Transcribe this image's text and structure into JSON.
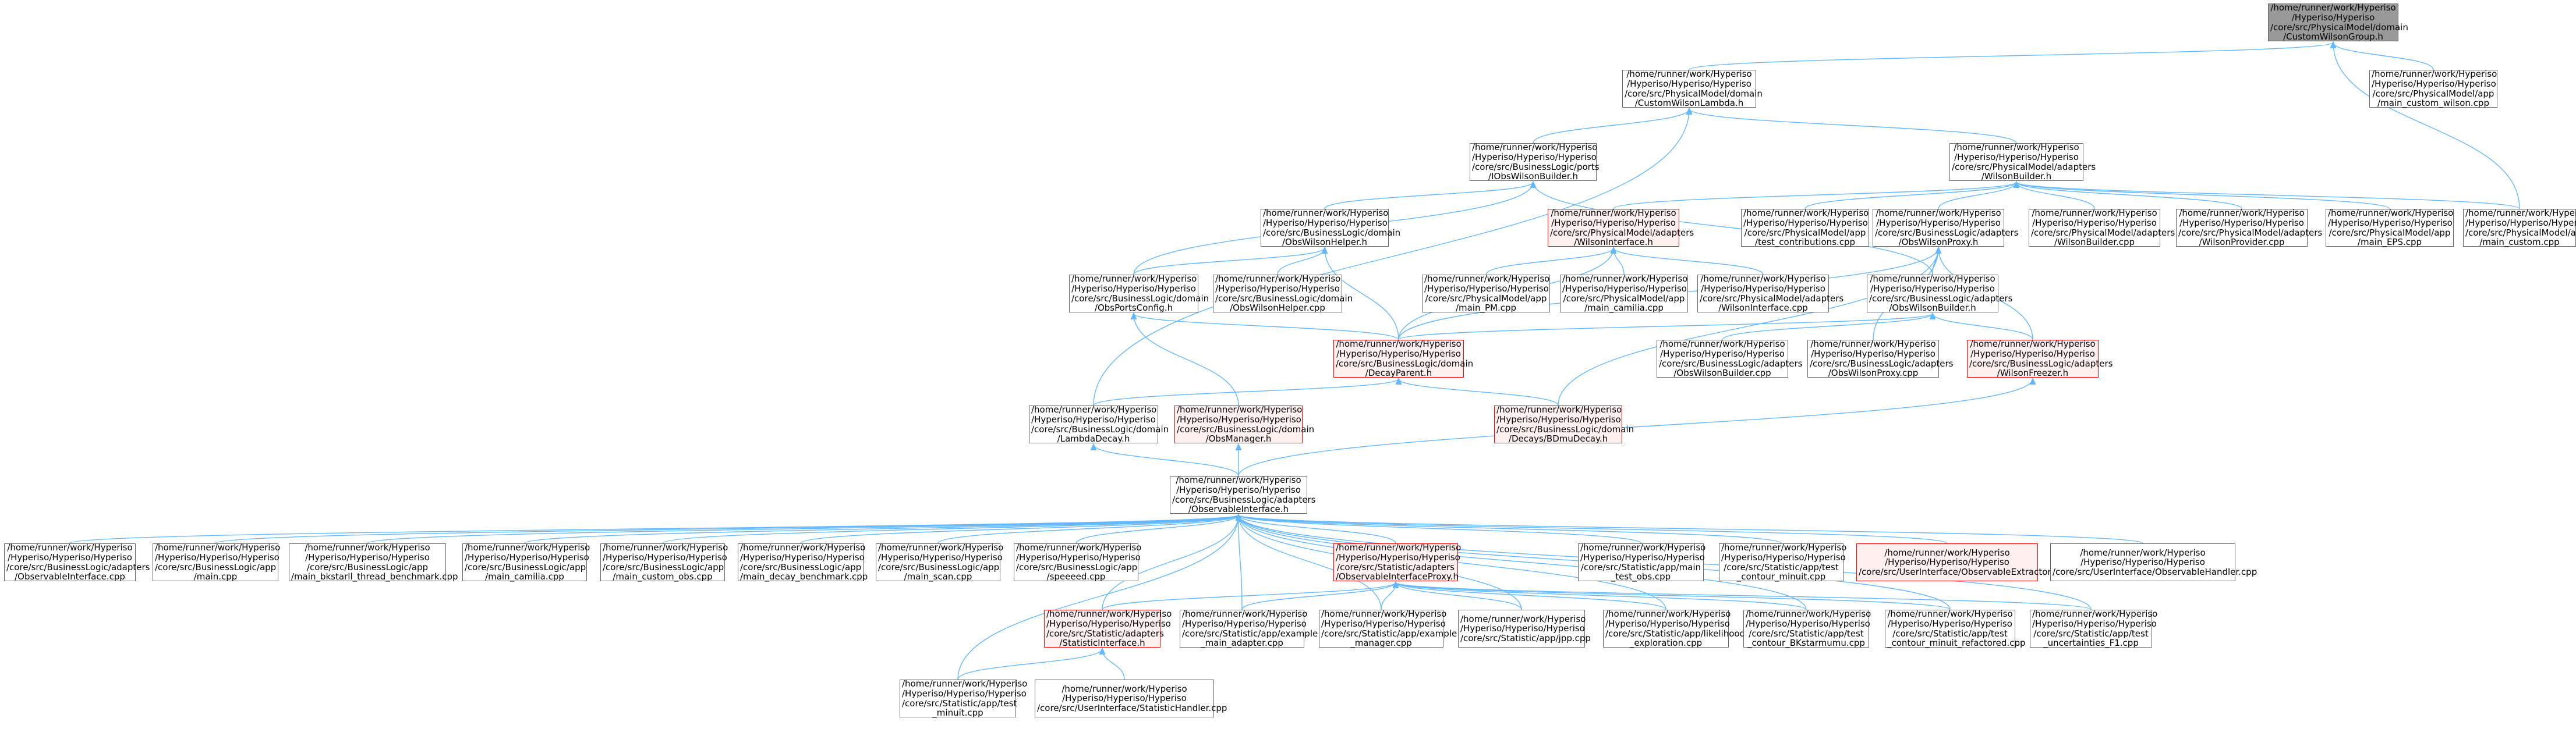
{
  "nodes": [
    {
      "id": "cwg",
      "style": "gray",
      "lines": [
        "/home/runner/work/Hyperiso",
        "/Hyperiso/Hyperiso",
        "/core/src/PhysicalModel/domain",
        "/CustomWilsonGroup.h"
      ]
    },
    {
      "id": "cwl",
      "style": "white",
      "lines": [
        "/home/runner/work/Hyperiso",
        "/Hyperiso/Hyperiso/Hyperiso",
        "/core/src/PhysicalModel/domain",
        "/CustomWilsonLambda.h"
      ]
    },
    {
      "id": "main_custom_wilson",
      "style": "white",
      "lines": [
        "/home/runner/work/Hyperiso",
        "/Hyperiso/Hyperiso/Hyperiso",
        "/core/src/PhysicalModel/app",
        "/main_custom_wilson.cpp"
      ]
    },
    {
      "id": "iobswb",
      "style": "white",
      "lines": [
        "/home/runner/work/Hyperiso",
        "/Hyperiso/Hyperiso/Hyperiso",
        "/core/src/BusinessLogic/ports",
        "/IObsWilsonBuilder.h"
      ]
    },
    {
      "id": "wb_h",
      "style": "white",
      "lines": [
        "/home/runner/work/Hyperiso",
        "/Hyperiso/Hyperiso/Hyperiso",
        "/core/src/PhysicalModel/adapters",
        "/WilsonBuilder.h"
      ]
    },
    {
      "id": "owh_h",
      "style": "white",
      "lines": [
        "/home/runner/work/Hyperiso",
        "/Hyperiso/Hyperiso/Hyperiso",
        "/core/src/BusinessLogic/domain",
        "/ObsWilsonHelper.h"
      ]
    },
    {
      "id": "wi_h",
      "style": "red",
      "lines": [
        "/home/runner/work/Hyperiso",
        "/Hyperiso/Hyperiso/Hyperiso",
        "/core/src/PhysicalModel/adapters",
        "/WilsonInterface.h"
      ]
    },
    {
      "id": "test_contrib",
      "style": "white",
      "lines": [
        "/home/runner/work/Hyperiso",
        "/Hyperiso/Hyperiso/Hyperiso",
        "/core/src/PhysicalModel/app",
        "/test_contributions.cpp"
      ]
    },
    {
      "id": "owp_h",
      "style": "white",
      "lines": [
        "/home/runner/work/Hyperiso",
        "/Hyperiso/Hyperiso/Hyperiso",
        "/core/src/BusinessLogic/adapters",
        "/ObsWilsonProxy.h"
      ]
    },
    {
      "id": "wb_cpp",
      "style": "white",
      "lines": [
        "/home/runner/work/Hyperiso",
        "/Hyperiso/Hyperiso/Hyperiso",
        "/core/src/PhysicalModel/adapters",
        "/WilsonBuilder.cpp"
      ]
    },
    {
      "id": "wprov",
      "style": "white",
      "lines": [
        "/home/runner/work/Hyperiso",
        "/Hyperiso/Hyperiso/Hyperiso",
        "/core/src/PhysicalModel/adapters",
        "/WilsonProvider.cpp"
      ]
    },
    {
      "id": "main_eps",
      "style": "white",
      "lines": [
        "/home/runner/work/Hyperiso",
        "/Hyperiso/Hyperiso/Hyperiso",
        "/core/src/PhysicalModel/app",
        "/main_EPS.cpp"
      ]
    },
    {
      "id": "main_custom",
      "style": "white",
      "lines": [
        "/home/runner/work/Hyperiso",
        "/Hyperiso/Hyperiso/Hyperiso",
        "/core/src/PhysicalModel/app",
        "/main_custom.cpp"
      ]
    },
    {
      "id": "opc_h",
      "style": "white",
      "lines": [
        "/home/runner/work/Hyperiso",
        "/Hyperiso/Hyperiso/Hyperiso",
        "/core/src/BusinessLogic/domain",
        "/ObsPortsConfig.h"
      ]
    },
    {
      "id": "owh_cpp",
      "style": "white",
      "lines": [
        "/home/runner/work/Hyperiso",
        "/Hyperiso/Hyperiso/Hyperiso",
        "/core/src/BusinessLogic/domain",
        "/ObsWilsonHelper.cpp"
      ]
    },
    {
      "id": "main_pm",
      "style": "white",
      "lines": [
        "/home/runner/work/Hyperiso",
        "/Hyperiso/Hyperiso/Hyperiso",
        "/core/src/PhysicalModel/app",
        "/main_PM.cpp"
      ]
    },
    {
      "id": "main_camilia_pm",
      "style": "white",
      "lines": [
        "/home/runner/work/Hyperiso",
        "/Hyperiso/Hyperiso/Hyperiso",
        "/core/src/PhysicalModel/app",
        "/main_camilia.cpp"
      ]
    },
    {
      "id": "wi_cpp",
      "style": "white",
      "lines": [
        "/home/runner/work/Hyperiso",
        "/Hyperiso/Hyperiso/Hyperiso",
        "/core/src/PhysicalModel/adapters",
        "/WilsonInterface.cpp"
      ]
    },
    {
      "id": "owb_h",
      "style": "white",
      "lines": [
        "/home/runner/work/Hyperiso",
        "/Hyperiso/Hyperiso/Hyperiso",
        "/core/src/BusinessLogic/adapters",
        "/ObsWilsonBuilder.h"
      ]
    },
    {
      "id": "dp_h",
      "style": "red",
      "lines": [
        "/home/runner/work/Hyperiso",
        "/Hyperiso/Hyperiso/Hyperiso",
        "/core/src/BusinessLogic/domain",
        "/DecayParent.h"
      ]
    },
    {
      "id": "owb_cpp",
      "style": "white",
      "lines": [
        "/home/runner/work/Hyperiso",
        "/Hyperiso/Hyperiso/Hyperiso",
        "/core/src/BusinessLogic/adapters",
        "/ObsWilsonBuilder.cpp"
      ]
    },
    {
      "id": "owp_cpp",
      "style": "white",
      "lines": [
        "/home/runner/work/Hyperiso",
        "/Hyperiso/Hyperiso/Hyperiso",
        "/core/src/BusinessLogic/adapters",
        "/ObsWilsonProxy.cpp"
      ]
    },
    {
      "id": "wf_h",
      "style": "red",
      "lines": [
        "/home/runner/work/Hyperiso",
        "/Hyperiso/Hyperiso/Hyperiso",
        "/core/src/BusinessLogic/adapters",
        "/WilsonFreezer.h"
      ]
    },
    {
      "id": "ld_h",
      "style": "white",
      "lines": [
        "/home/runner/work/Hyperiso",
        "/Hyperiso/Hyperiso/Hyperiso",
        "/core/src/BusinessLogic/domain",
        "/LambdaDecay.h"
      ]
    },
    {
      "id": "om_h",
      "style": "red",
      "lines": [
        "/home/runner/work/Hyperiso",
        "/Hyperiso/Hyperiso/Hyperiso",
        "/core/src/BusinessLogic/domain",
        "/ObsManager.h"
      ]
    },
    {
      "id": "bdmu_h",
      "style": "red",
      "lines": [
        "/home/runner/work/Hyperiso",
        "/Hyperiso/Hyperiso/Hyperiso",
        "/core/src/BusinessLogic/domain",
        "/Decays/BDmuDecay.h"
      ]
    },
    {
      "id": "oi_h",
      "style": "white",
      "lines": [
        "/home/runner/work/Hyperiso",
        "/Hyperiso/Hyperiso/Hyperiso",
        "/core/src/BusinessLogic/adapters",
        "/ObservableInterface.h"
      ]
    },
    {
      "id": "oi_cpp",
      "style": "white",
      "lines": [
        "/home/runner/work/Hyperiso",
        "/Hyperiso/Hyperiso/Hyperiso",
        "/core/src/BusinessLogic/adapters",
        "/ObservableInterface.cpp"
      ]
    },
    {
      "id": "bl_main",
      "style": "white",
      "lines": [
        "/home/runner/work/Hyperiso",
        "/Hyperiso/Hyperiso/Hyperiso",
        "/core/src/BusinessLogic/app",
        "/main.cpp"
      ]
    },
    {
      "id": "bl_bkstar",
      "style": "white",
      "lines": [
        "/home/runner/work/Hyperiso",
        "/Hyperiso/Hyperiso/Hyperiso",
        "/core/src/BusinessLogic/app",
        "/main_bkstarll_thread_benchmark.cpp"
      ]
    },
    {
      "id": "bl_camilia",
      "style": "white",
      "lines": [
        "/home/runner/work/Hyperiso",
        "/Hyperiso/Hyperiso/Hyperiso",
        "/core/src/BusinessLogic/app",
        "/main_camilia.cpp"
      ]
    },
    {
      "id": "bl_custom_obs",
      "style": "white",
      "lines": [
        "/home/runner/work/Hyperiso",
        "/Hyperiso/Hyperiso/Hyperiso",
        "/core/src/BusinessLogic/app",
        "/main_custom_obs.cpp"
      ]
    },
    {
      "id": "bl_decay_bench",
      "style": "white",
      "lines": [
        "/home/runner/work/Hyperiso",
        "/Hyperiso/Hyperiso/Hyperiso",
        "/core/src/BusinessLogic/app",
        "/main_decay_benchmark.cpp"
      ]
    },
    {
      "id": "bl_scan",
      "style": "white",
      "lines": [
        "/home/runner/work/Hyperiso",
        "/Hyperiso/Hyperiso/Hyperiso",
        "/core/src/BusinessLogic/app",
        "/main_scan.cpp"
      ]
    },
    {
      "id": "bl_speeed",
      "style": "white",
      "lines": [
        "/home/runner/work/Hyperiso",
        "/Hyperiso/Hyperiso/Hyperiso",
        "/core/src/BusinessLogic/app",
        "/speeeed.cpp"
      ]
    },
    {
      "id": "oip_h",
      "style": "red",
      "lines": [
        "/home/runner/work/Hyperiso",
        "/Hyperiso/Hyperiso/Hyperiso",
        "/core/src/Statistic/adapters",
        "/ObservableInterfaceProxy.h"
      ]
    },
    {
      "id": "st_main_test_obs",
      "style": "white",
      "lines": [
        "/home/runner/work/Hyperiso",
        "/Hyperiso/Hyperiso/Hyperiso",
        "/core/src/Statistic/app/main",
        "_test_obs.cpp"
      ]
    },
    {
      "id": "st_test_contour_minuit",
      "style": "white",
      "lines": [
        "/home/runner/work/Hyperiso",
        "/Hyperiso/Hyperiso/Hyperiso",
        "/core/src/Statistic/app/test",
        "_contour_minuit.cpp"
      ]
    },
    {
      "id": "ui_oe_h",
      "style": "red",
      "lines": [
        "/home/runner/work/Hyperiso",
        "/Hyperiso/Hyperiso/Hyperiso",
        "/core/src/UserInterface/ObservableExtractor.h"
      ]
    },
    {
      "id": "ui_oh_cpp",
      "style": "white",
      "lines": [
        "/home/runner/work/Hyperiso",
        "/Hyperiso/Hyperiso/Hyperiso",
        "/core/src/UserInterface/ObservableHandler.cpp"
      ]
    },
    {
      "id": "si_h",
      "style": "red",
      "lines": [
        "/home/runner/work/Hyperiso",
        "/Hyperiso/Hyperiso/Hyperiso",
        "/core/src/Statistic/adapters",
        "/StatisticInterface.h"
      ]
    },
    {
      "id": "st_ex_main_adapter",
      "style": "white",
      "lines": [
        "/home/runner/work/Hyperiso",
        "/Hyperiso/Hyperiso/Hyperiso",
        "/core/src/Statistic/app/example",
        "_main_adapter.cpp"
      ]
    },
    {
      "id": "st_ex_manager",
      "style": "white",
      "lines": [
        "/home/runner/work/Hyperiso",
        "/Hyperiso/Hyperiso/Hyperiso",
        "/core/src/Statistic/app/example",
        "_manager.cpp"
      ]
    },
    {
      "id": "st_jpp",
      "style": "white",
      "lines": [
        "/home/runner/work/Hyperiso",
        "/Hyperiso/Hyperiso/Hyperiso",
        "/core/src/Statistic/app/jpp.cpp"
      ]
    },
    {
      "id": "st_likelihood",
      "style": "white",
      "lines": [
        "/home/runner/work/Hyperiso",
        "/Hyperiso/Hyperiso/Hyperiso",
        "/core/src/Statistic/app/likelihood",
        "_exploration.cpp"
      ]
    },
    {
      "id": "st_contour_bkstar",
      "style": "white",
      "lines": [
        "/home/runner/work/Hyperiso",
        "/Hyperiso/Hyperiso/Hyperiso",
        "/core/src/Statistic/app/test",
        "_contour_BKstarmumu.cpp"
      ]
    },
    {
      "id": "st_contour_refactored",
      "style": "white",
      "lines": [
        "/home/runner/work/Hyperiso",
        "/Hyperiso/Hyperiso/Hyperiso",
        "/core/src/Statistic/app/test",
        "_contour_minuit_refactored.cpp"
      ]
    },
    {
      "id": "st_uncert",
      "style": "white",
      "lines": [
        "/home/runner/work/Hyperiso",
        "/Hyperiso/Hyperiso/Hyperiso",
        "/core/src/Statistic/app/test",
        "_uncertainties_F1.cpp"
      ]
    },
    {
      "id": "st_test_minuit",
      "style": "white",
      "lines": [
        "/home/runner/work/Hyperiso",
        "/Hyperiso/Hyperiso/Hyperiso",
        "/core/src/Statistic/app/test",
        "_minuit.cpp"
      ]
    },
    {
      "id": "ui_sh_cpp",
      "style": "white",
      "lines": [
        "/home/runner/work/Hyperiso",
        "/Hyperiso/Hyperiso/Hyperiso",
        "/core/src/UserInterface/StatisticHandler.cpp"
      ]
    }
  ],
  "edges": [
    [
      "cwg",
      "cwl"
    ],
    [
      "cwg",
      "main_custom_wilson"
    ],
    [
      "cwg",
      "main_custom"
    ],
    [
      "cwl",
      "iobswb"
    ],
    [
      "cwl",
      "wb_h"
    ],
    [
      "cwl",
      "ld_h"
    ],
    [
      "iobswb",
      "owh_h"
    ],
    [
      "iobswb",
      "opc_h"
    ],
    [
      "iobswb",
      "owb_h"
    ],
    [
      "wb_h",
      "wi_h"
    ],
    [
      "wb_h",
      "test_contrib"
    ],
    [
      "wb_h",
      "owp_h"
    ],
    [
      "wb_h",
      "wb_cpp"
    ],
    [
      "wb_h",
      "wprov"
    ],
    [
      "wb_h",
      "main_eps"
    ],
    [
      "wb_h",
      "main_custom"
    ],
    [
      "owh_h",
      "opc_h"
    ],
    [
      "owh_h",
      "owh_cpp"
    ],
    [
      "owh_h",
      "dp_h"
    ],
    [
      "wi_h",
      "main_pm"
    ],
    [
      "wi_h",
      "main_camilia_pm"
    ],
    [
      "wi_h",
      "wi_cpp"
    ],
    [
      "wi_h",
      "dp_h"
    ],
    [
      "owp_h",
      "owb_h"
    ],
    [
      "owp_h",
      "dp_h"
    ],
    [
      "owp_h",
      "owp_cpp"
    ],
    [
      "owp_h",
      "wf_h"
    ],
    [
      "owp_h",
      "bdmu_h"
    ],
    [
      "opc_h",
      "dp_h"
    ],
    [
      "opc_h",
      "om_h"
    ],
    [
      "owb_h",
      "dp_h"
    ],
    [
      "owb_h",
      "owb_cpp"
    ],
    [
      "owb_h",
      "wf_h"
    ],
    [
      "wf_h",
      "oi_h"
    ],
    [
      "dp_h",
      "ld_h"
    ],
    [
      "dp_h",
      "bdmu_h"
    ],
    [
      "ld_h",
      "oi_h"
    ],
    [
      "om_h",
      "oi_h"
    ],
    [
      "oi_h",
      "oi_cpp"
    ],
    [
      "oi_h",
      "bl_main"
    ],
    [
      "oi_h",
      "bl_bkstar"
    ],
    [
      "oi_h",
      "bl_camilia"
    ],
    [
      "oi_h",
      "bl_custom_obs"
    ],
    [
      "oi_h",
      "bl_decay_bench"
    ],
    [
      "oi_h",
      "bl_scan"
    ],
    [
      "oi_h",
      "bl_speeed"
    ],
    [
      "oi_h",
      "oip_h"
    ],
    [
      "oi_h",
      "st_main_test_obs"
    ],
    [
      "oi_h",
      "st_test_contour_minuit"
    ],
    [
      "oi_h",
      "ui_oe_h"
    ],
    [
      "oi_h",
      "ui_oh_cpp"
    ],
    [
      "oi_h",
      "si_h"
    ],
    [
      "oi_h",
      "st_ex_main_adapter"
    ],
    [
      "oi_h",
      "st_ex_manager"
    ],
    [
      "oi_h",
      "st_jpp"
    ],
    [
      "oi_h",
      "st_likelihood"
    ],
    [
      "oi_h",
      "st_contour_bkstar"
    ],
    [
      "oi_h",
      "st_contour_refactored"
    ],
    [
      "oi_h",
      "st_uncert"
    ],
    [
      "oi_h",
      "st_test_minuit"
    ],
    [
      "oip_h",
      "si_h"
    ],
    [
      "oip_h",
      "st_ex_main_adapter"
    ],
    [
      "oip_h",
      "st_ex_manager"
    ],
    [
      "oip_h",
      "st_jpp"
    ],
    [
      "oip_h",
      "st_likelihood"
    ],
    [
      "oip_h",
      "st_contour_bkstar"
    ],
    [
      "oip_h",
      "st_contour_refactored"
    ],
    [
      "oip_h",
      "st_uncert"
    ],
    [
      "si_h",
      "st_test_minuit"
    ],
    [
      "si_h",
      "ui_sh_cpp"
    ]
  ],
  "colors": {
    "edge": "#63b8ff",
    "node_border": "#666666",
    "highlight_border": "#ff0000",
    "highlight_fill": "#fff0f0",
    "root_fill": "#999999"
  }
}
